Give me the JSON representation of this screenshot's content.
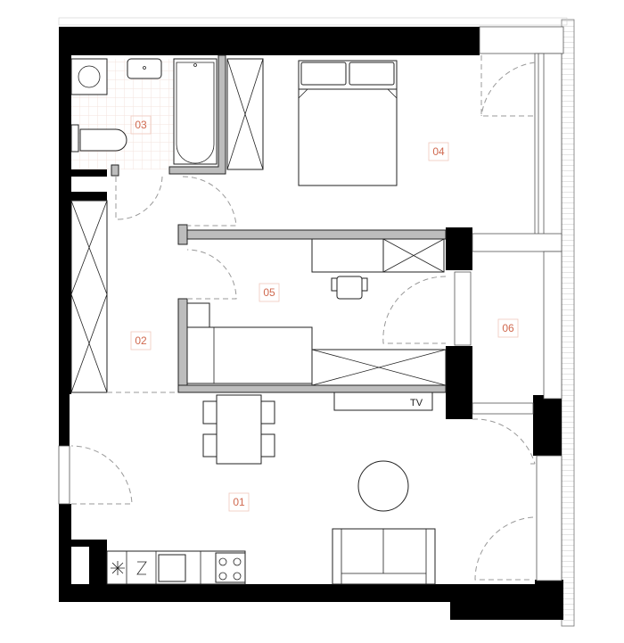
{
  "rooms": [
    {
      "id": "01",
      "label": "01"
    },
    {
      "id": "02",
      "label": "02"
    },
    {
      "id": "03",
      "label": "03"
    },
    {
      "id": "04",
      "label": "04"
    },
    {
      "id": "05",
      "label": "05"
    },
    {
      "id": "06",
      "label": "06"
    }
  ],
  "furniture": {
    "tv_label": "TV"
  },
  "colors": {
    "room_label": "#d0694f",
    "wall": "#000000",
    "partition": "#bdbdbd",
    "tile": "#f3e3dd"
  }
}
